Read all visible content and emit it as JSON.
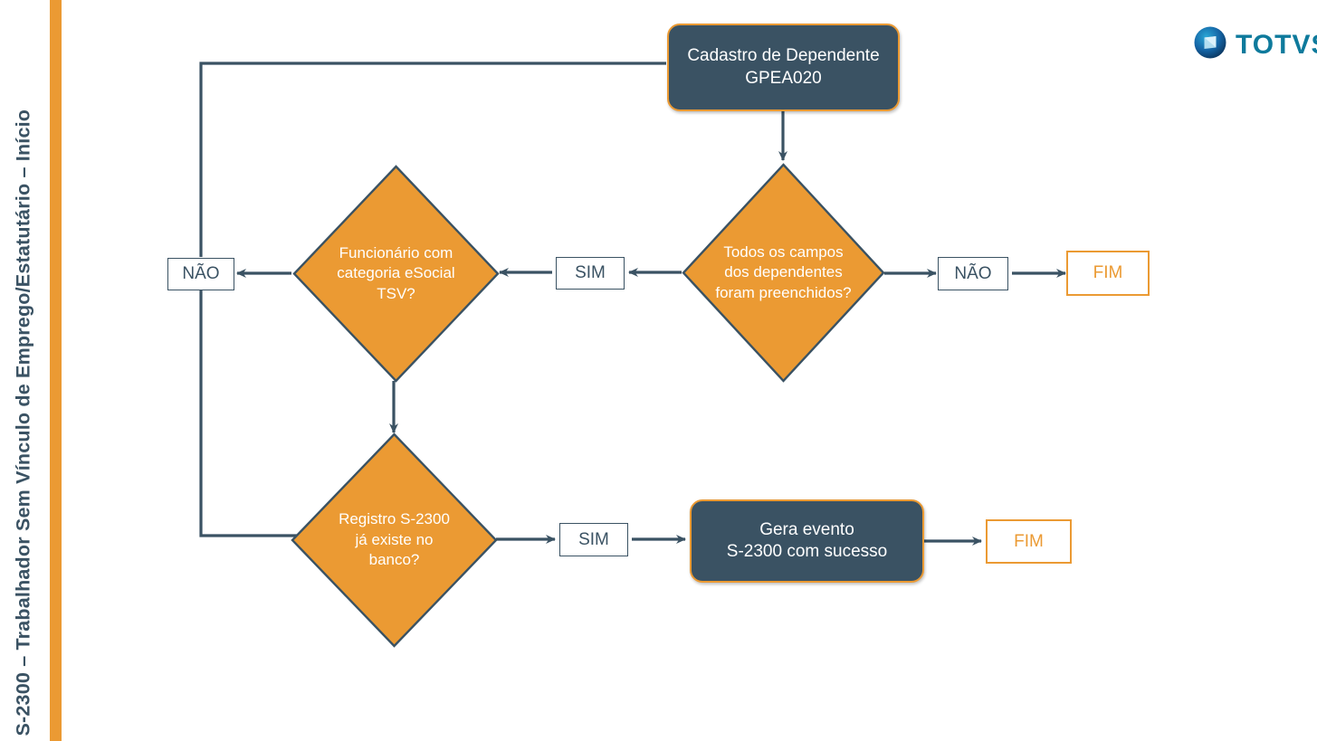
{
  "slide": {
    "side_title": "S-2300 – Trabalhador Sem Vínculo de Emprego/Estatutário – Início",
    "brand": "TOTVS",
    "brand_icon": "totvs-logo-icon"
  },
  "colors": {
    "slate": "#3a5263",
    "orange": "#eb9a33",
    "brand_blue": "#0e7a9c",
    "white": "#ffffff"
  },
  "flow": {
    "start_node": {
      "line1": "Cadastro de Dependente",
      "line2": "GPEA020"
    },
    "decision_fields": {
      "line1": "Todos os campos",
      "line2": "dos dependentes",
      "line3": "foram preenchidos?"
    },
    "decision_category": {
      "line1": "Funcionário com",
      "line2": "categoria eSocial",
      "line3": "TSV?"
    },
    "decision_record": {
      "line1": "Registro S-2300",
      "line2": "já existe no",
      "line3": "banco?"
    },
    "success_node": {
      "line1": "Gera evento",
      "line2": "S-2300 com sucesso"
    },
    "labels": {
      "sim_fields": "SIM",
      "nao_fields": "NÃO",
      "nao_category": "NÃO",
      "sim_record": "SIM",
      "fim_top": "FIM",
      "fim_bottom": "FIM"
    }
  }
}
